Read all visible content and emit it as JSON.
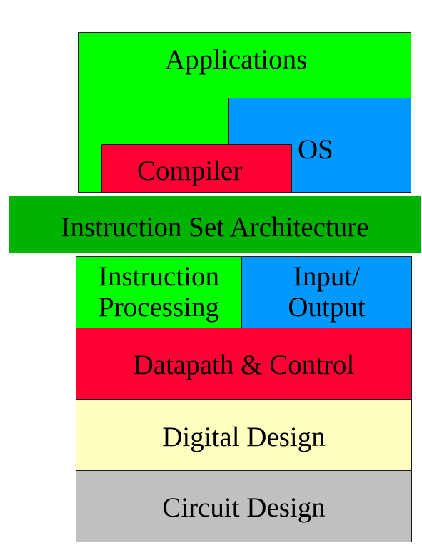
{
  "diagram": {
    "applications": {
      "label": "Applications",
      "color": "#00ff00"
    },
    "os": {
      "label": "OS",
      "color": "#0099ff"
    },
    "compiler": {
      "label": "Compiler",
      "color": "#ff0033"
    },
    "isa": {
      "label": "Instruction Set Architecture",
      "color": "#00b300"
    },
    "instruction_processing": {
      "line1": "Instruction",
      "line2": "Processing",
      "color": "#00ff00"
    },
    "input_output": {
      "line1": "Input/",
      "line2": "Output",
      "color": "#0099ff"
    },
    "datapath_control": {
      "label": "Datapath & Control",
      "color": "#ff0033"
    },
    "digital_design": {
      "label": "Digital Design",
      "color": "#ffffc0"
    },
    "circuit_design": {
      "label": "Circuit Design",
      "color": "#c0c0c0"
    }
  }
}
